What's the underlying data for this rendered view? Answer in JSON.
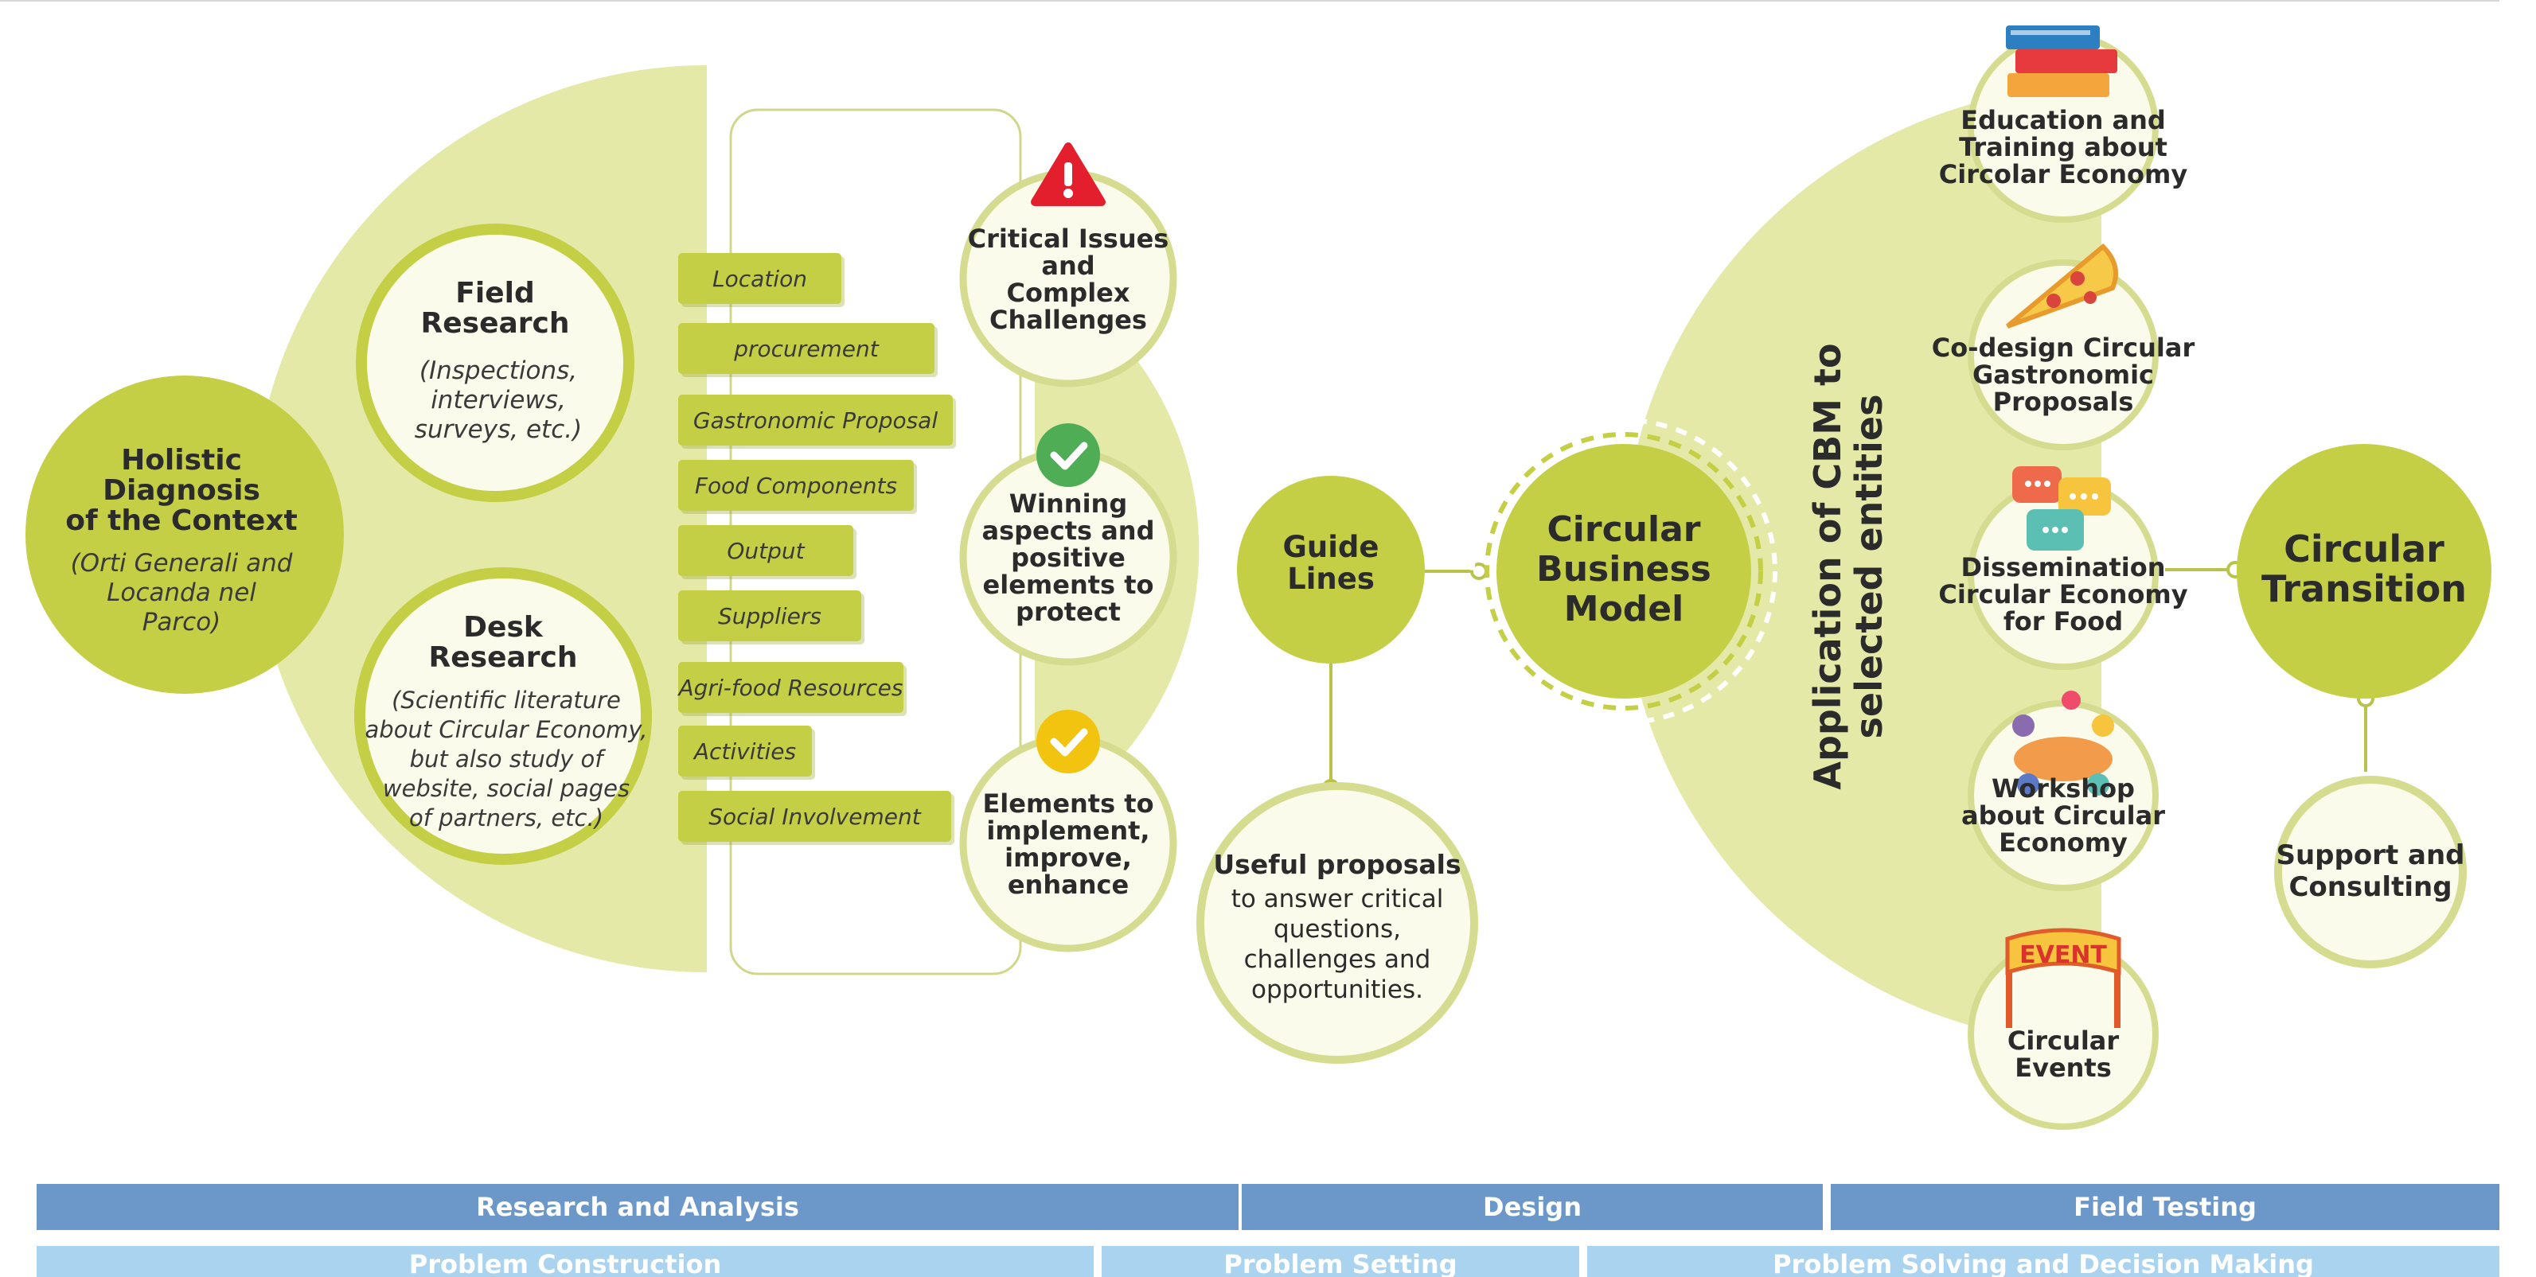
{
  "colors": {
    "green_dark": "#c5cf45",
    "green_light": "#e4e9a8",
    "green_pale": "#fafbea",
    "outline": "#c8d06a",
    "bar_dark": "#6b98c9",
    "bar_light": "#a9d3ef"
  },
  "holistic": {
    "title_lines": [
      "Holistic",
      "Diagnosis",
      "of the Context"
    ],
    "note_lines": [
      "(Orti Generali and",
      "Locanda nel",
      "Parco)"
    ]
  },
  "field": {
    "title_lines": [
      "Field",
      "Research"
    ],
    "note_lines": [
      "(Inspections,",
      "interviews,",
      "surveys, etc.)"
    ]
  },
  "desk": {
    "title_lines": [
      "Desk",
      "Research"
    ],
    "note_lines": [
      "(Scientific literature",
      "about Circular Economy,",
      "but also study of",
      "website, social pages",
      "of partners, etc.)"
    ]
  },
  "tags": [
    "Location",
    "procurement",
    "Gastronomic Proposal",
    "Food Components",
    "Output",
    "Suppliers",
    "Agri-food Resources",
    "Activities",
    "Social Involvement"
  ],
  "assessment": [
    {
      "icon": "warning-icon",
      "lines": [
        "Critical Issues",
        "and",
        "Complex",
        "Challenges"
      ]
    },
    {
      "icon": "check-green-icon",
      "lines": [
        "Winning",
        "aspects and",
        "positive",
        "elements to",
        "protect"
      ]
    },
    {
      "icon": "check-yellow-icon",
      "lines": [
        "Elements to",
        "implement,",
        "improve,",
        "enhance"
      ]
    }
  ],
  "guidelines": {
    "lines": [
      "Guide",
      "Lines"
    ]
  },
  "proposals": {
    "title": "Useful proposals",
    "lines": [
      "to answer critical",
      "questions,",
      "challenges and",
      "opportunities."
    ]
  },
  "cbm": {
    "lines": [
      "Circular",
      "Business",
      "Model"
    ]
  },
  "application": {
    "lines": [
      "Application of CBM to",
      "selected entities"
    ]
  },
  "entities": [
    {
      "icon": "books-icon",
      "lines": [
        "Education and",
        "Training about",
        "Circolar Economy"
      ]
    },
    {
      "icon": "pizza-icon",
      "lines": [
        "Co-design Circular",
        "Gastronomic",
        "Proposals"
      ]
    },
    {
      "icon": "chat-bubbles-icon",
      "lines": [
        "Dissemination",
        "Circular Economy",
        "for Food"
      ]
    },
    {
      "icon": "meeting-table-icon",
      "lines": [
        "Workshop",
        "about Circular",
        "Economy"
      ]
    },
    {
      "icon": "event-banner-icon",
      "lines": [
        "Circular",
        "Events"
      ]
    }
  ],
  "transition": {
    "lines": [
      "Circular",
      "Transition"
    ]
  },
  "support": {
    "lines": [
      "Support and",
      "Consulting"
    ]
  },
  "event_banner_text": "EVENT",
  "phases": [
    "Research and Analysis",
    "Design",
    "Field Testing"
  ],
  "problems": [
    "Problem Construction",
    "Problem Setting",
    "Problem Solving and Decision Making"
  ]
}
